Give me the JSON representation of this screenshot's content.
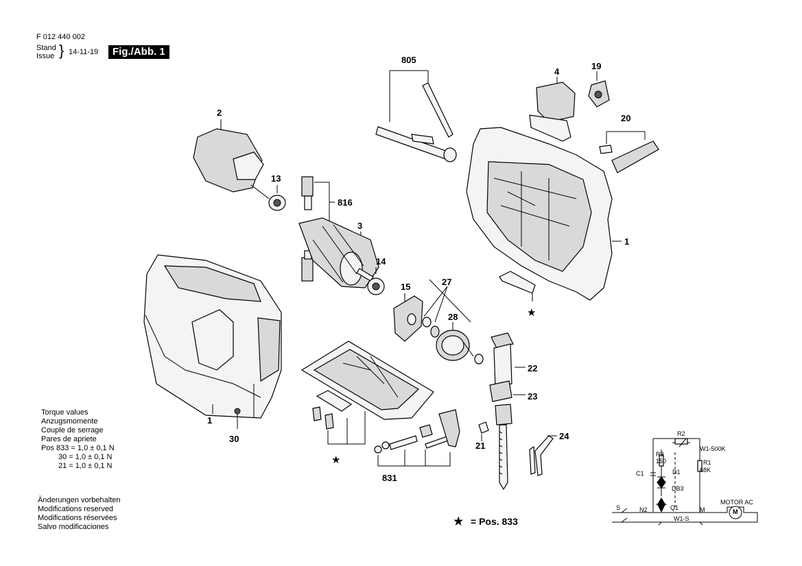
{
  "header": {
    "doc_number": "F 012 440 002",
    "stand_label": "Stand",
    "issue_label": "Issue",
    "date": "14-11-19",
    "figure_label": "Fig./Abb. 1"
  },
  "torque": {
    "title_lines": [
      "Torque values",
      "Anzugsmomente",
      "Couple de serrage",
      "Pares de apriete"
    ],
    "rows": [
      "Pos 833 = 1,0 ± 0,1 N",
      "30 = 1,0 ± 0,1 N",
      "21 = 1,0 ± 0,1 N"
    ]
  },
  "modifications": [
    "Änderungen vorbehalten",
    "Modifications reserved",
    "Modifications réservées",
    "Salvo modificaciones"
  ],
  "legend": {
    "text": "= Pos. 833"
  },
  "parts": {
    "p1a": "1",
    "p1b": "1",
    "p2": "2",
    "p3": "3",
    "p4": "4",
    "p13": "13",
    "p14": "14",
    "p15": "15",
    "p19": "19",
    "p20": "20",
    "p21": "21",
    "p22": "22",
    "p23": "23",
    "p24": "24",
    "p27": "27",
    "p28": "28",
    "p30": "30",
    "p805": "805",
    "p816": "816",
    "p831": "831"
  },
  "circuit": {
    "r2": "R2",
    "w1_500k": "W1-500K",
    "r3": "R3",
    "r3_val": "150",
    "c1": "C1",
    "d1": "D1",
    "r1": "R1",
    "r1_val": "68K",
    "db3": "DB3",
    "s": "S",
    "n2": "N2",
    "q1": "Q1",
    "m": "M",
    "w1s": "W1-S",
    "motor": "MOTOR AC",
    "motor_symbol": "M"
  }
}
